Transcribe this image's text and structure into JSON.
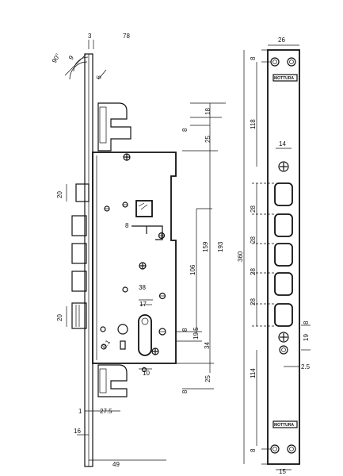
{
  "left_view": {
    "dims": {
      "d3": "3",
      "d78": "78",
      "d90": "90°",
      "d9": "9",
      "d5": "5",
      "d18": "18",
      "d8_top": "8",
      "d25_top": "25",
      "d20_top": "20",
      "d8_mid": "8",
      "d159": "159",
      "d193": "193",
      "d106": "106",
      "d38": "38",
      "d17": "17",
      "d20_bot": "20",
      "d8_cyl": "8",
      "d19_5": "19.5",
      "d34": "34",
      "d10": "10",
      "d25_bot": "25",
      "d8_bot": "8",
      "d1": "1",
      "d27_5": "27.5",
      "d16": "16",
      "d49": "49",
      "d6_1": "6.1"
    }
  },
  "right_view": {
    "brand_top": "MOTTURA",
    "brand_bottom": "MOTTURA",
    "dims": {
      "d26": "26",
      "d8_top": "8",
      "d118": "118",
      "d14": "14",
      "d28_1": "28",
      "d28_2": "28",
      "d28_3": "28",
      "d28_4": "28",
      "d360": "360",
      "d19": "19",
      "d8_right": "8",
      "d2_5": "2.5",
      "d114": "114",
      "d8_bottom": "8",
      "d15": "15"
    }
  }
}
